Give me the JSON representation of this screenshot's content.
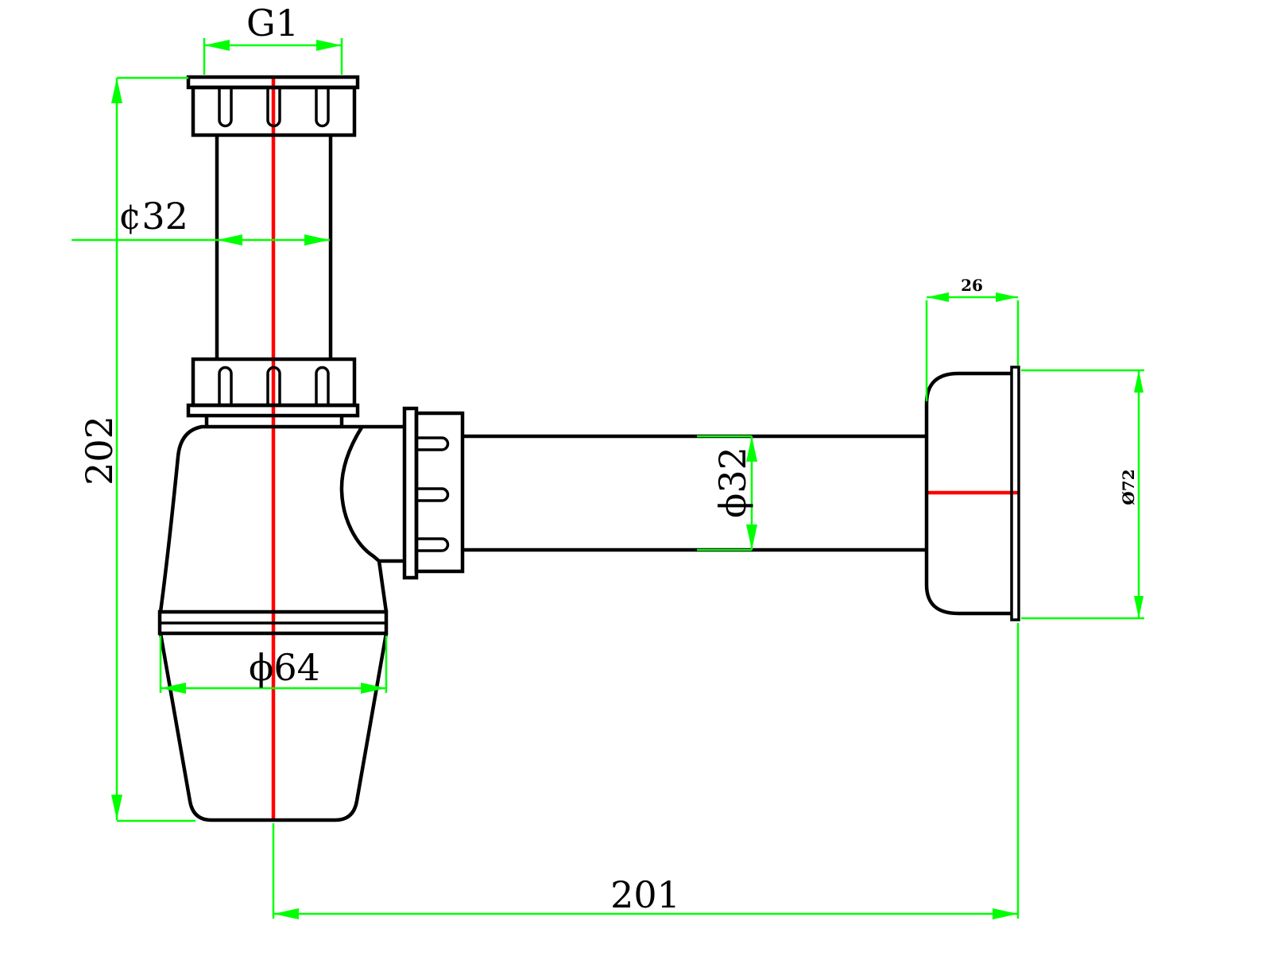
{
  "drawing": {
    "type": "technical-drawing",
    "subject": "bottle-trap-siphon-side-view",
    "colors": {
      "outline": "#000000",
      "dimension": "#00ff00",
      "centerline": "#ff0000",
      "background": "#ffffff"
    },
    "labels": {
      "thread_size": "G1",
      "inlet_diameter": "¢32",
      "overall_height": "202",
      "cup_diameter": "ϕ64",
      "outlet_pipe_diameter": "ϕ32",
      "flange_depth": "26",
      "flange_diameter": "Ø72",
      "overall_length": "201"
    },
    "values": {
      "overall_height_mm": 202,
      "overall_length_mm": 201,
      "inlet_diameter_mm": 32,
      "cup_diameter_mm": 64,
      "outlet_pipe_diameter_mm": 32,
      "flange_depth_mm": 26,
      "flange_diameter_mm": 72
    }
  }
}
